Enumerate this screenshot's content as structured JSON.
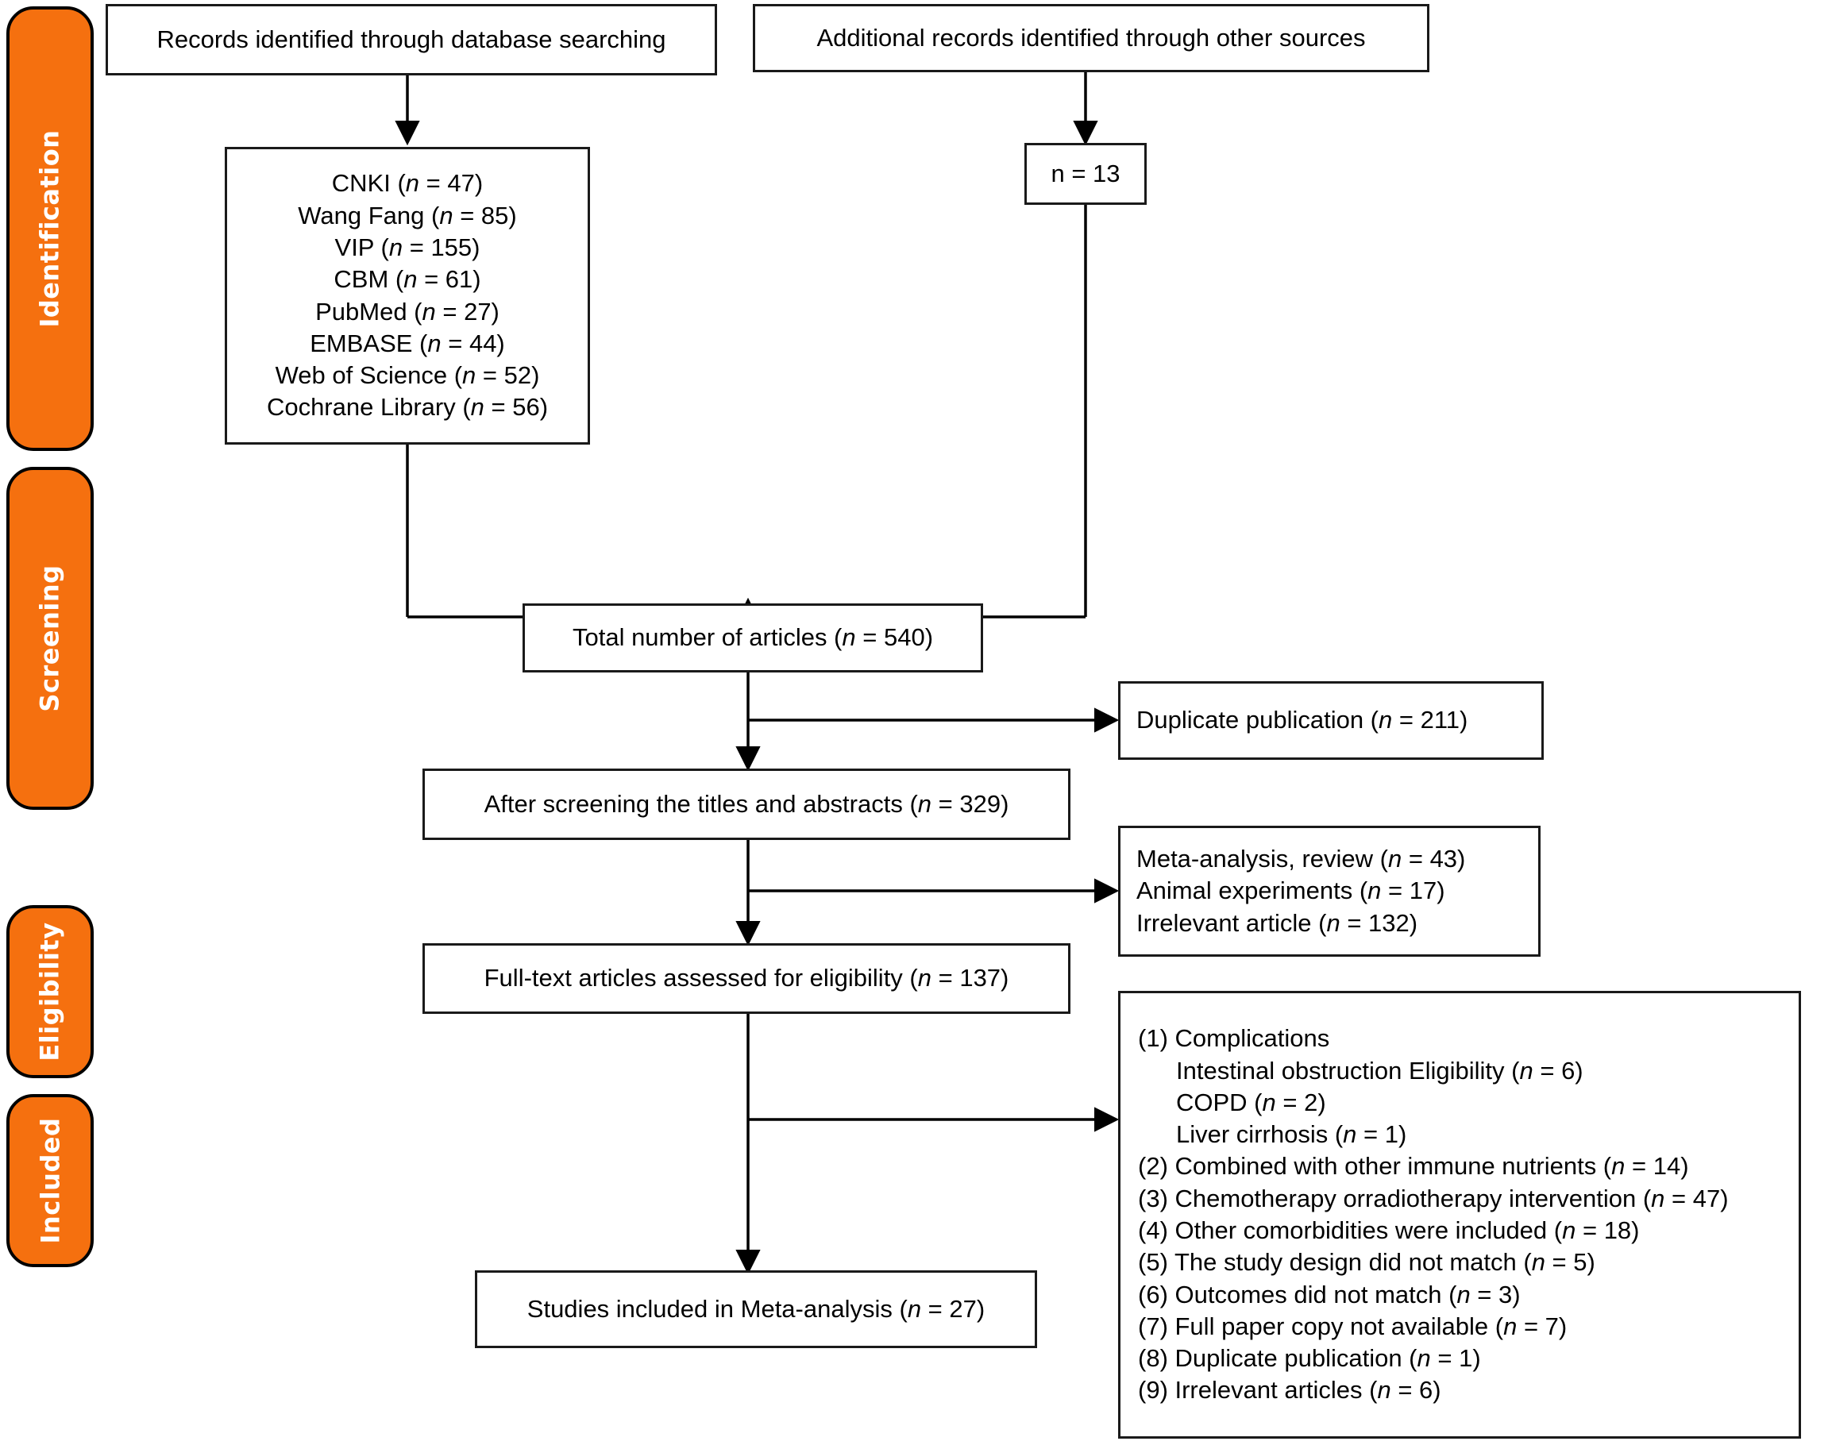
{
  "diagram": {
    "type": "prisma-flow-diagram",
    "accent_color": "#F5700F",
    "border_color": "#1a1a1a",
    "background_color": "#ffffff"
  },
  "stages": [
    {
      "id": "identification",
      "label": "Identification"
    },
    {
      "id": "screening",
      "label": "Screening"
    },
    {
      "id": "eligibility",
      "label": "Eligibility"
    },
    {
      "id": "included",
      "label": "Included"
    }
  ],
  "boxes": {
    "database_search": {
      "text": "Records identified through database searching"
    },
    "other_sources": {
      "text": "Additional records identified through other sources"
    },
    "other_sources_count": {
      "text": "n = 13"
    },
    "databases": {
      "lines": [
        "CNKI (n = 47)",
        "Wang Fang (n = 85)",
        "VIP (n = 155)",
        "CBM (n = 61)",
        "PubMed (n = 27)",
        "EMBASE (n = 44)",
        "Web of Science (n = 52)",
        "Cochrane Library (n = 56)"
      ]
    },
    "total_articles": {
      "text": "Total number of articles (n = 540)"
    },
    "duplicates": {
      "text": "Duplicate publication (n = 211)"
    },
    "after_screening": {
      "text": "After screening the titles and abstracts (n = 329)"
    },
    "screening_exclusions": {
      "lines": [
        "Meta-analysis, review (n = 43)",
        "Animal experiments (n = 17)",
        "Irrelevant article (n = 132)"
      ]
    },
    "full_text": {
      "text": "Full-text articles assessed for eligibility (n = 137)"
    },
    "eligibility_exclusions": {
      "lines": [
        {
          "text": "(1) Complications",
          "indent": false
        },
        {
          "text": "Intestinal obstruction Eligibility (n = 6)",
          "indent": true
        },
        {
          "text": "COPD (n = 2)",
          "indent": true
        },
        {
          "text": "Liver cirrhosis (n = 1)",
          "indent": true
        },
        {
          "text": "(2) Combined with other immune nutrients (n = 14)",
          "indent": false
        },
        {
          "text": "(3) Chemotherapy orradiotherapy intervention (n = 47)",
          "indent": false
        },
        {
          "text": "(4) Other comorbidities were included (n = 18)",
          "indent": false
        },
        {
          "text": "(5) The study design did not match (n = 5)",
          "indent": false
        },
        {
          "text": "(6) Outcomes did not match (n = 3)",
          "indent": false
        },
        {
          "text": "(7) Full paper copy not available (n = 7)",
          "indent": false
        },
        {
          "text": "(8) Duplicate publication (n = 1)",
          "indent": false
        },
        {
          "text": "(9) Irrelevant articles (n = 6)",
          "indent": false
        }
      ]
    },
    "included_studies": {
      "text": "Studies included in Meta-analysis (n = 27)"
    }
  },
  "counts": {
    "other_sources": 13,
    "cnki": 47,
    "wang_fang": 85,
    "vip": 155,
    "cbm": 61,
    "pubmed": 27,
    "embase": 44,
    "web_of_science": 52,
    "cochrane_library": 56,
    "total_articles": 540,
    "duplicate_publication": 211,
    "after_screening": 329,
    "meta_analysis_review": 43,
    "animal_experiments": 17,
    "irrelevant_article": 132,
    "full_text_assessed": 137,
    "intestinal_obstruction": 6,
    "copd": 2,
    "liver_cirrhosis": 1,
    "combined_immune_nutrients": 14,
    "chemo_radiotherapy": 47,
    "other_comorbidities": 18,
    "study_design_mismatch": 5,
    "outcomes_mismatch": 3,
    "full_paper_unavailable": 7,
    "duplicate_publication_fulltext": 1,
    "irrelevant_articles_fulltext": 6,
    "included_studies": 27
  }
}
